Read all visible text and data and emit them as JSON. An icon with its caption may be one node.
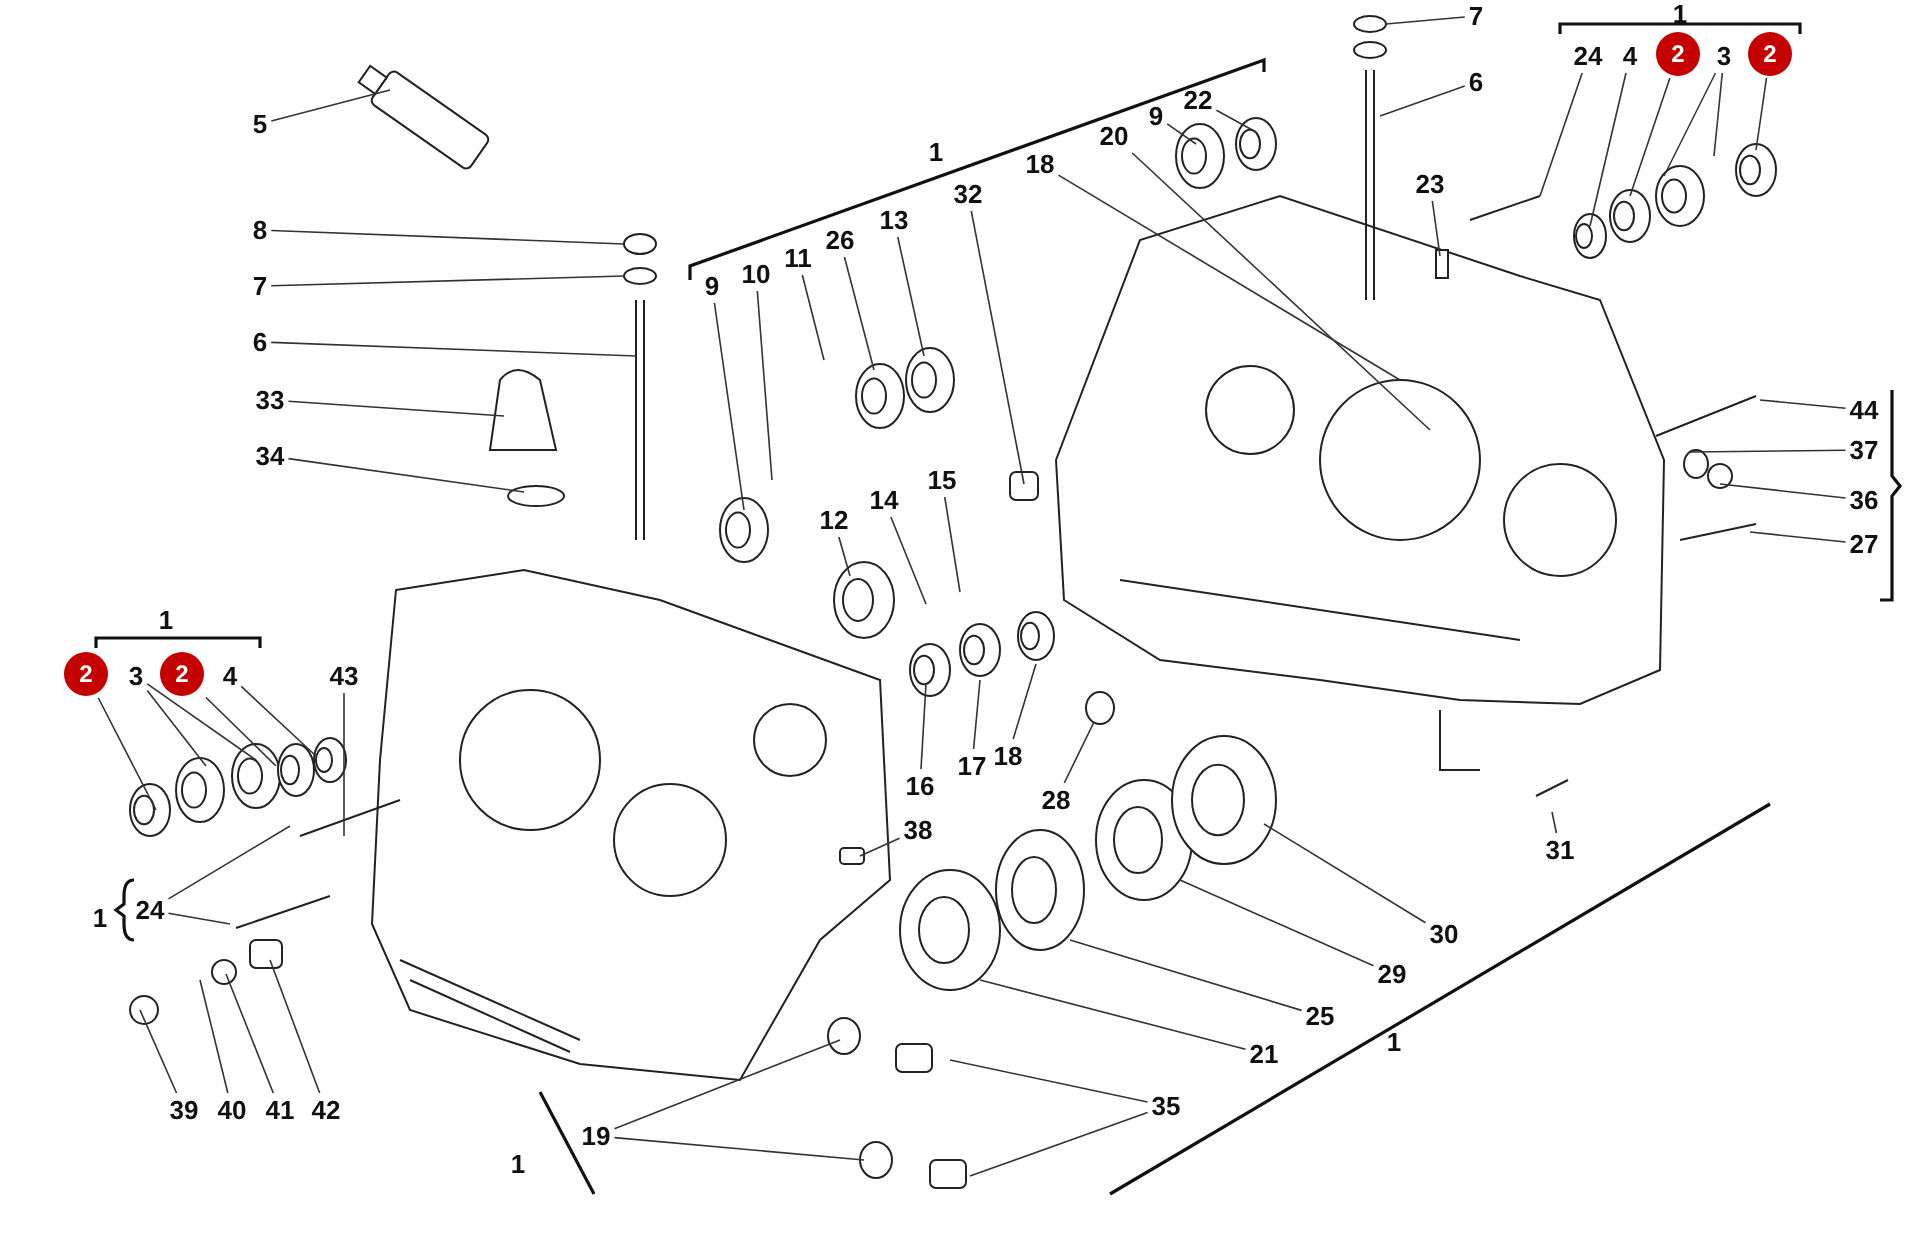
{
  "diagram": {
    "nodes": [
      {
        "text": [
          "5"
        ]
      },
      {
        "text": [
          "8"
        ]
      },
      {
        "text": [
          "7"
        ]
      },
      {
        "text": [
          "6"
        ]
      },
      {
        "text": [
          "33"
        ]
      },
      {
        "text": [
          "34"
        ]
      },
      {
        "text": [
          "7"
        ]
      },
      {
        "text": [
          "6"
        ]
      },
      {
        "text": [
          "9"
        ]
      },
      {
        "text": [
          "22"
        ]
      },
      {
        "text": [
          "20"
        ]
      },
      {
        "text": [
          "18"
        ]
      },
      {
        "text": [
          "32"
        ]
      },
      {
        "text": [
          "13"
        ]
      },
      {
        "text": [
          "26"
        ]
      },
      {
        "text": [
          "11"
        ]
      },
      {
        "text": [
          "10"
        ]
      },
      {
        "text": [
          "9"
        ]
      },
      {
        "text": [
          "23"
        ]
      },
      {
        "text": [
          "24"
        ]
      },
      {
        "text": [
          "4"
        ]
      },
      {
        "text": [
          "2"
        ]
      },
      {
        "text": [
          "3"
        ]
      },
      {
        "text": [
          "2"
        ]
      },
      {
        "text": [
          "44"
        ]
      },
      {
        "text": [
          "37"
        ]
      },
      {
        "text": [
          "36"
        ]
      },
      {
        "text": [
          "27"
        ]
      },
      {
        "text": [
          "12"
        ]
      },
      {
        "text": [
          "14"
        ]
      },
      {
        "text": [
          "15"
        ]
      },
      {
        "text": [
          "2"
        ]
      },
      {
        "text": [
          "3"
        ]
      },
      {
        "text": [
          "2"
        ]
      },
      {
        "text": [
          "4"
        ]
      },
      {
        "text": [
          "43"
        ]
      },
      {
        "text": [
          "16"
        ]
      },
      {
        "text": [
          "17"
        ]
      },
      {
        "text": [
          "18"
        ]
      },
      {
        "text": [
          "28"
        ]
      },
      {
        "text": [
          "38"
        ]
      },
      {
        "text": [
          "24"
        ]
      },
      {
        "text": [
          "31"
        ]
      },
      {
        "text": [
          "30"
        ]
      },
      {
        "text": [
          "29"
        ]
      },
      {
        "text": [
          "25"
        ]
      },
      {
        "text": [
          "21"
        ]
      },
      {
        "text": [
          "35"
        ]
      },
      {
        "text": [
          "19"
        ]
      },
      {
        "text": [
          "39"
        ]
      },
      {
        "text": [
          "40"
        ]
      },
      {
        "text": [
          "41"
        ]
      },
      {
        "text": [
          "42"
        ]
      }
    ],
    "edges": [
      {
        "from": 0,
        "to": null,
        "arrow": "none"
      },
      {
        "from": 1,
        "to": null,
        "arrow": "none"
      },
      {
        "from": 2,
        "to": null,
        "arrow": "none"
      },
      {
        "from": 3,
        "to": null,
        "arrow": "none"
      },
      {
        "from": 4,
        "to": null,
        "arrow": "none"
      },
      {
        "from": 5,
        "to": null,
        "arrow": "none"
      },
      {
        "from": 6,
        "to": null,
        "arrow": "none"
      },
      {
        "from": 7,
        "to": null,
        "arrow": "none"
      },
      {
        "from": 8,
        "to": null,
        "arrow": "none"
      },
      {
        "from": 9,
        "to": null,
        "arrow": "none"
      },
      {
        "from": 10,
        "to": null,
        "arrow": "none"
      },
      {
        "from": 11,
        "to": null,
        "arrow": "none"
      },
      {
        "from": 12,
        "to": null,
        "arrow": "none"
      },
      {
        "from": 13,
        "to": null,
        "arrow": "none"
      },
      {
        "from": 14,
        "to": null,
        "arrow": "none"
      },
      {
        "from": 15,
        "to": null,
        "arrow": "none"
      },
      {
        "from": 16,
        "to": null,
        "arrow": "none"
      },
      {
        "from": 17,
        "to": null,
        "arrow": "none"
      },
      {
        "from": 18,
        "to": null,
        "arrow": "none"
      },
      {
        "from": 19,
        "to": null,
        "arrow": "none"
      },
      {
        "from": 20,
        "to": null,
        "arrow": "none"
      },
      {
        "from": 21,
        "to": null,
        "arrow": "none"
      },
      {
        "from": 22,
        "to": null,
        "arrow": "none"
      },
      {
        "from": 22,
        "to": null,
        "arrow": "none"
      },
      {
        "from": 23,
        "to": null,
        "arrow": "none"
      },
      {
        "from": 24,
        "to": null,
        "arrow": "none"
      },
      {
        "from": 25,
        "to": null,
        "arrow": "none"
      },
      {
        "from": 26,
        "to": null,
        "arrow": "none"
      },
      {
        "from": 27,
        "to": null,
        "arrow": "none"
      },
      {
        "from": 28,
        "to": null,
        "arrow": "none"
      },
      {
        "from": 29,
        "to": null,
        "arrow": "none"
      },
      {
        "from": 30,
        "to": null,
        "arrow": "none"
      },
      {
        "from": 31,
        "to": null,
        "arrow": "none"
      },
      {
        "from": 32,
        "to": null,
        "arrow": "none"
      },
      {
        "from": 32,
        "to": null,
        "arrow": "none"
      },
      {
        "from": 33,
        "to": null,
        "arrow": "none"
      },
      {
        "from": 34,
        "to": null,
        "arrow": "none"
      },
      {
        "from": 35,
        "to": null,
        "arrow": "none"
      },
      {
        "from": 36,
        "to": null,
        "arrow": "none"
      },
      {
        "from": 37,
        "to": null,
        "arrow": "none"
      },
      {
        "from": 38,
        "to": null,
        "arrow": "none"
      },
      {
        "from": 39,
        "to": null,
        "arrow": "none"
      },
      {
        "from": 40,
        "to": null,
        "arrow": "none"
      },
      {
        "from": 41,
        "to": null,
        "arrow": "none"
      },
      {
        "from": 41,
        "to": null,
        "arrow": "none"
      },
      {
        "from": 42,
        "to": null,
        "arrow": "none"
      },
      {
        "from": 43,
        "to": null,
        "arrow": "none"
      },
      {
        "from": 44,
        "to": null,
        "arrow": "none"
      },
      {
        "from": 45,
        "to": null,
        "arrow": "none"
      },
      {
        "from": 46,
        "to": null,
        "arrow": "none"
      },
      {
        "from": 47,
        "to": null,
        "arrow": "none"
      },
      {
        "from": 47,
        "to": null,
        "arrow": "none"
      },
      {
        "from": 48,
        "to": null,
        "arrow": "none"
      },
      {
        "from": 48,
        "to": null,
        "arrow": "none"
      },
      {
        "from": 49,
        "to": null,
        "arrow": "none"
      },
      {
        "from": 50,
        "to": null,
        "arrow": "none"
      },
      {
        "from": 51,
        "to": null,
        "arrow": "none"
      },
      {
        "from": 52,
        "to": null,
        "arrow": "none"
      }
    ],
    "labels": [
      "1",
      "1",
      "1",
      "1",
      "1",
      "1"
    ]
  }
}
